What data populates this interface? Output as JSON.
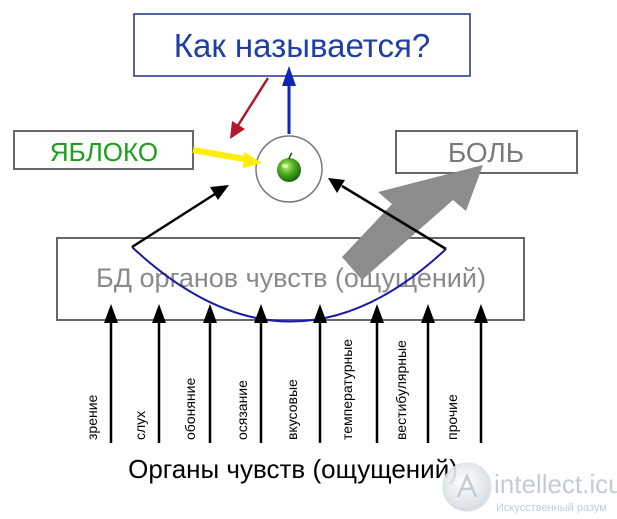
{
  "question": "Как называется?",
  "apple_word": "ЯБЛОКО",
  "pain_word": "БОЛЬ",
  "database_label": "БД органов чувств (ощущений)",
  "senses": [
    "зрение",
    "слух",
    "обоняние",
    "осязание",
    "вкусовые",
    "температурные",
    "вестибулярные",
    "прочие"
  ],
  "bottom_label": "Органы чувств (ощущений)",
  "watermark": {
    "name": "intellect.icu",
    "tagline": "Искусственный разум"
  },
  "colors": {
    "question_text": "#1f3fa6",
    "question_border": "#1f2f9a",
    "apple_word": "#1aa01a",
    "red_arrow": "#b0182a",
    "blue_arrow": "#1224b5",
    "yellow_arrow": "#ffee00",
    "pain_arrow": "#8c8c8c",
    "db_border": "#666666",
    "arc": "#1a1aa8"
  },
  "icons": {
    "apple": "green-apple-icon",
    "watermark": "brain-logo-icon"
  }
}
